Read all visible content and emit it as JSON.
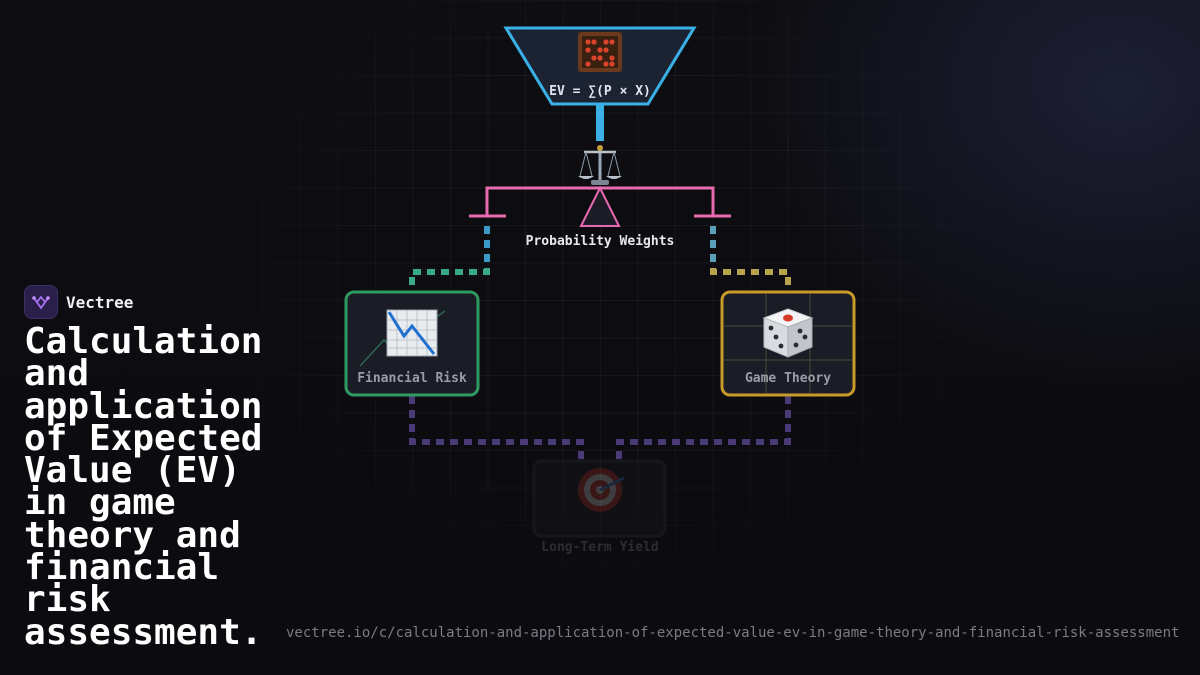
{
  "brand": {
    "name": "Vectree",
    "logo_icon": "vectree-logo-icon"
  },
  "title": "Calculation and application of Expected Value (EV) in game theory and financial risk assessment.",
  "url": "vectree.io/c/calculation-and-application-of-expected-value-ev-in-game-theory-and-financial-risk-assessment",
  "diagram": {
    "formula": "EV = ∑(P × X)",
    "formula_icon": "abacus-icon",
    "balance_icon": "balance-scale-icon",
    "balance_label": "Probability Weights",
    "left_node": "Financial Risk",
    "left_icon": "chart-decreasing-icon",
    "right_node": "Game Theory",
    "right_icon": "die-icon",
    "bottom_node": "Long-Term Yield",
    "bottom_icon": "target-icon"
  },
  "colors": {
    "funnel": "#3ab0e6",
    "balance": "#e86ab0",
    "left_link": "#3aa88a",
    "left_node_border": "#2f9a62",
    "right_link": "#b7a44c",
    "right_node_border": "#c79a2a",
    "bottom_link": "#4a3a78",
    "node_fill": "#1a1d26"
  }
}
